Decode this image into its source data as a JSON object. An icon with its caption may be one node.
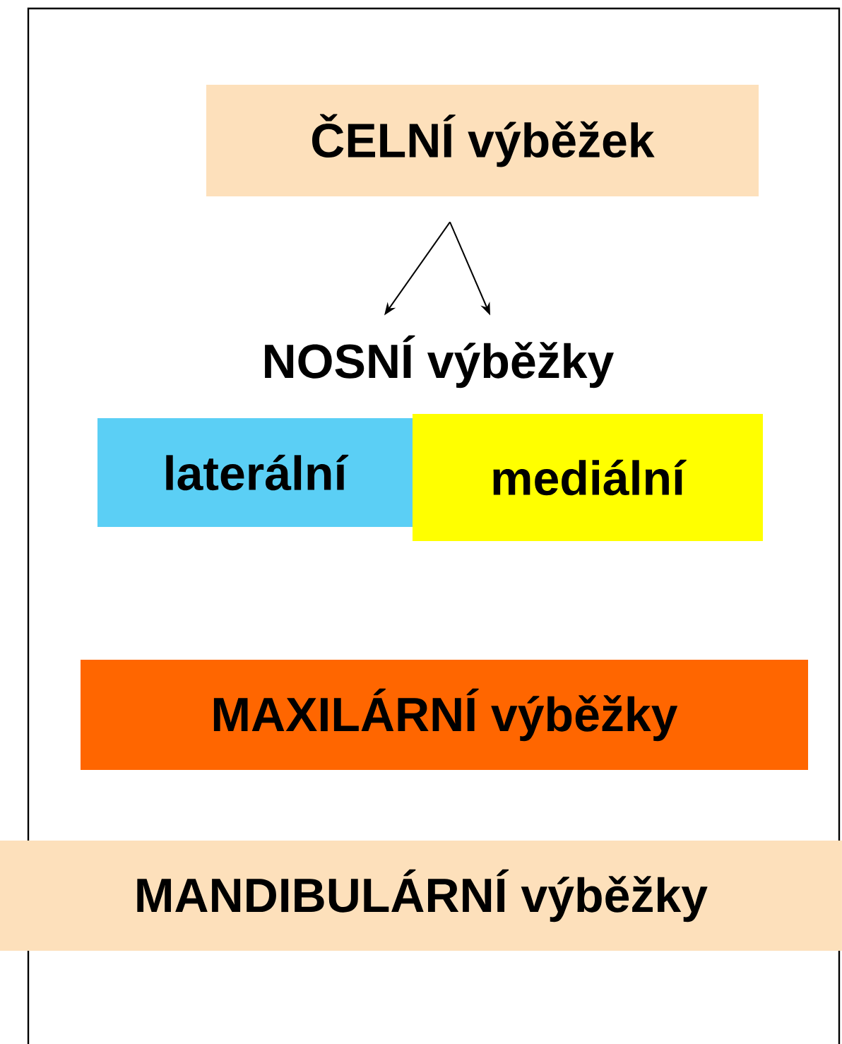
{
  "diagram": {
    "nodes": [
      {
        "text": [
          "ČELNÍ výběžek"
        ]
      },
      {
        "text": [
          "NOSNÍ výběžky"
        ]
      },
      {
        "text": [
          "laterální"
        ]
      },
      {
        "text": [
          "mediální"
        ]
      },
      {
        "text": [
          "MAXILÁRNÍ výběžky"
        ]
      },
      {
        "text": [
          "MANDIBULÁRNÍ výběžky"
        ]
      }
    ],
    "edges": [
      {
        "from": 0,
        "to": 1,
        "arrow": "to"
      },
      {
        "from": 0,
        "to": 1,
        "arrow": "to"
      }
    ]
  }
}
